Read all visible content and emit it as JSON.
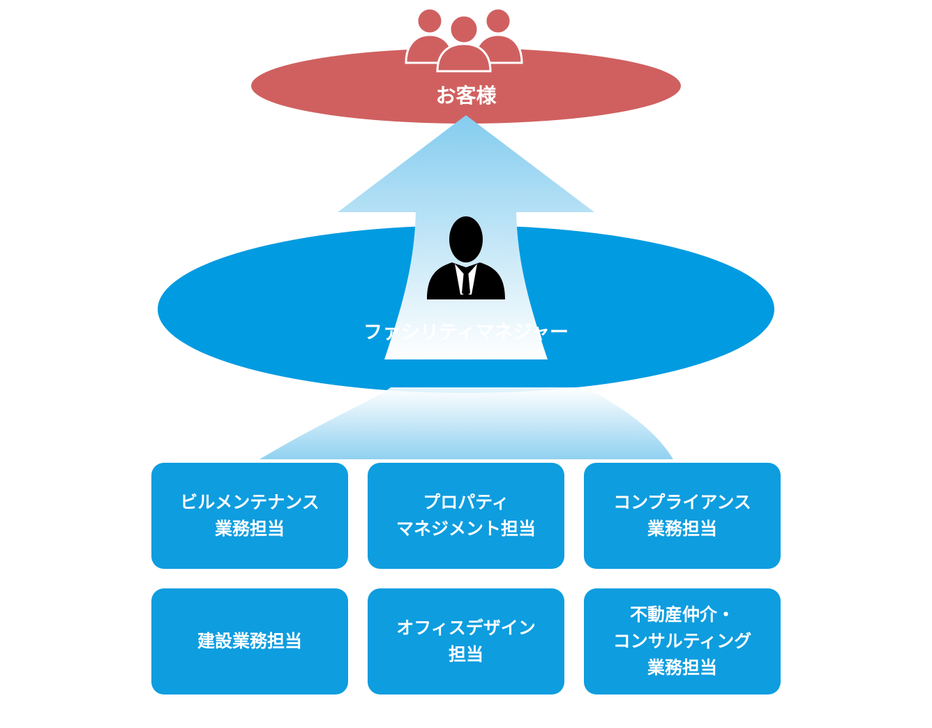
{
  "colors": {
    "customer": "#d06060",
    "manager": "#009be1",
    "box": "#0e9ddf",
    "arrow_top": "#84ccef",
    "arrow_bottom": "#ffffff",
    "figure": "#000000"
  },
  "customer": {
    "label": "お客様",
    "icon": "group-of-people-icon"
  },
  "manager": {
    "label": "ファシリティマネジャー",
    "icon": "businessman-icon"
  },
  "roles": [
    {
      "lines": [
        "ビルメンテナンス",
        "業務担当"
      ]
    },
    {
      "lines": [
        "プロパティ",
        "マネジメント担当"
      ]
    },
    {
      "lines": [
        "コンプライアンス",
        "業務担当"
      ]
    },
    {
      "lines": [
        "建設業務担当"
      ]
    },
    {
      "lines": [
        "オフィスデザイン",
        "担当"
      ]
    },
    {
      "lines": [
        "不動産仲介・",
        "コンサルティング",
        "業務担当"
      ]
    }
  ]
}
